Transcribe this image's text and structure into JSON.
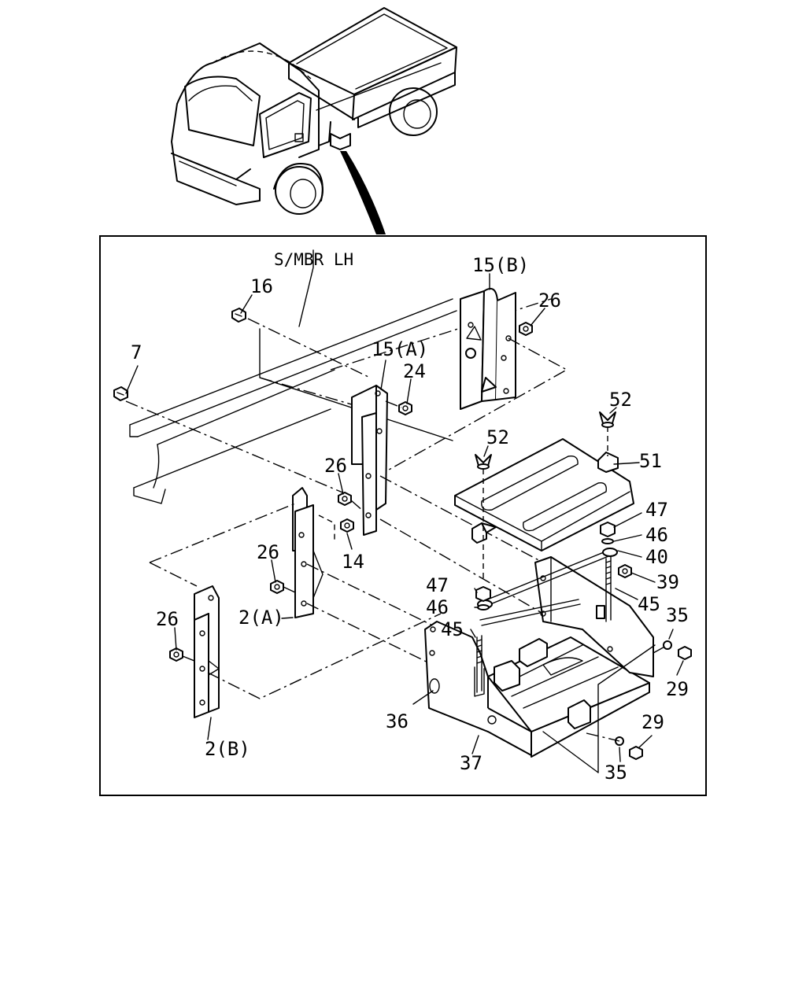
{
  "diagram": {
    "frame_label": "S/MBR LH",
    "callouts": {
      "c16": "16",
      "c7": "7",
      "c15b": "15(B)",
      "c26a": "26",
      "c15a": "15(A)",
      "c24": "24",
      "c52a": "52",
      "c52b": "52",
      "c51": "51",
      "c26b": "26",
      "c14": "14",
      "c47a": "47",
      "c46a": "46",
      "c40": "40",
      "c39": "39",
      "c26c": "26",
      "c2a": "2(A)",
      "c47b": "47",
      "c46b": "46",
      "c45a": "45",
      "c45b": "45",
      "c35a": "35",
      "c26d": "26",
      "c29a": "29",
      "c36": "36",
      "c29b": "29",
      "c37": "37",
      "c35b": "35",
      "c2b": "2(B)"
    }
  }
}
